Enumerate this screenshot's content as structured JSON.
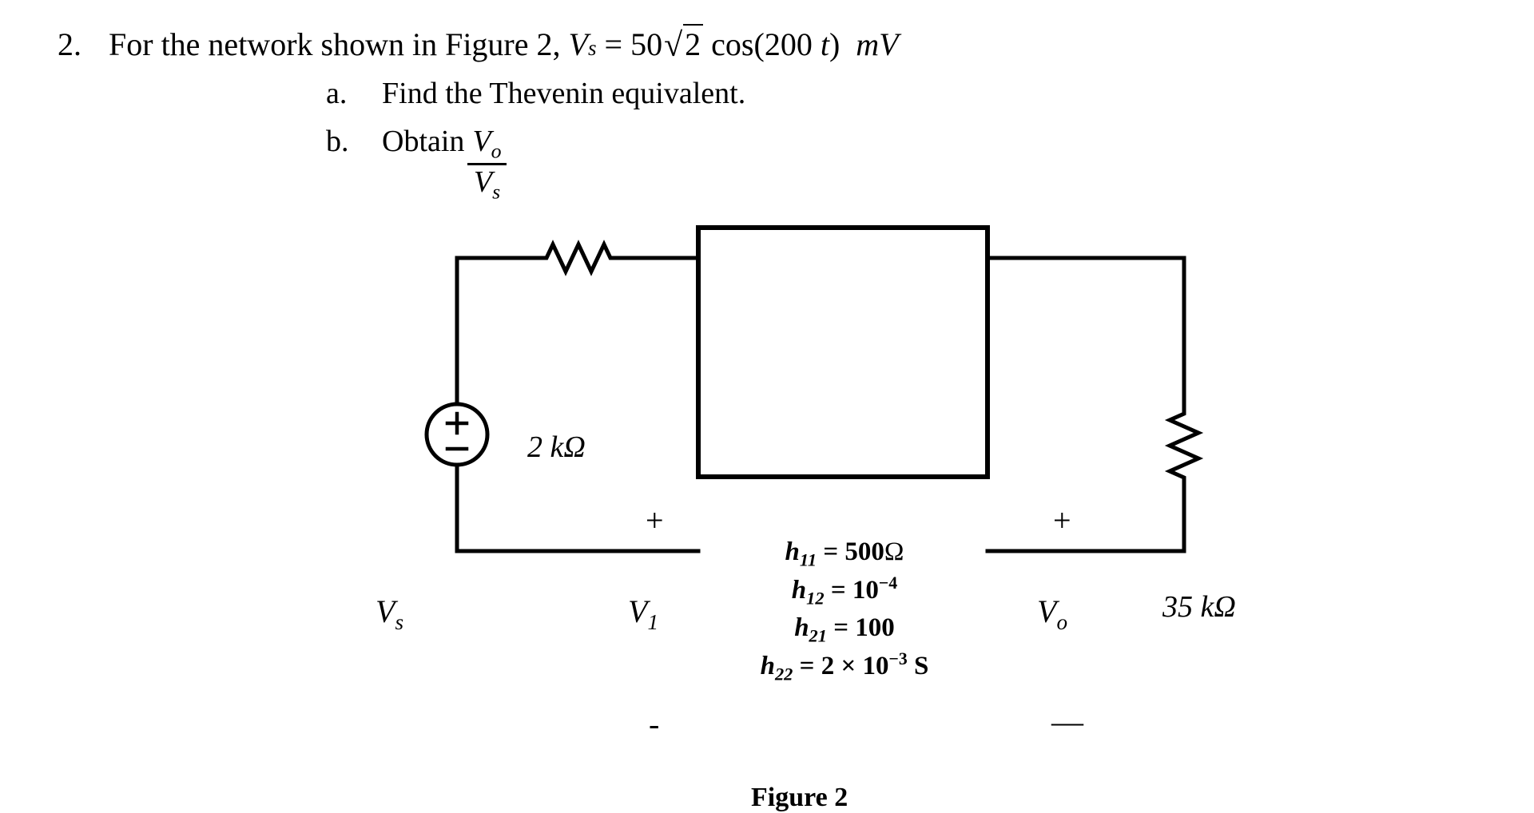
{
  "problem": {
    "number": "2.",
    "statement_prefix": "For the network shown in Figure 2,",
    "source_symbol": "V",
    "source_subscript": "s",
    "equals": "=",
    "amplitude": "50",
    "radical_sign": "√",
    "radicand": "2",
    "cos_term": "cos(200",
    "time_var": "t",
    "close_paren": ")",
    "units": "mV",
    "sub_items": [
      {
        "marker": "a.",
        "text": "Find the Thevenin equivalent."
      },
      {
        "marker": "b.",
        "text": "Obtain",
        "fraction": {
          "numerator_var": "V",
          "numerator_sub": "o",
          "denominator_var": "V",
          "denominator_sub": "s"
        }
      }
    ]
  },
  "figure": {
    "caption": "Figure 2",
    "series_resistor": {
      "value": "2",
      "unit": "kΩ",
      "label": "2 kΩ"
    },
    "load_resistor": {
      "value": "35",
      "unit": "kΩ",
      "label": "35 kΩ"
    },
    "source": {
      "label_var": "V",
      "label_sub": "s",
      "plus": "+",
      "minus": "−"
    },
    "input_port": {
      "label_var": "V",
      "label_sub": "1",
      "plus": "+",
      "minus": "-"
    },
    "output_port": {
      "label_var": "V",
      "label_sub": "o",
      "plus": "+",
      "minus": "—"
    },
    "two_port_box": {
      "rows": [
        {
          "param": "h",
          "sub": "11",
          "eq": "=",
          "value": "500",
          "sup": "",
          "unit": "Ω"
        },
        {
          "param": "h",
          "sub": "12",
          "eq": "=",
          "value": "10",
          "sup": "−4",
          "unit": ""
        },
        {
          "param": "h",
          "sub": "21",
          "eq": "=",
          "value": "100",
          "sup": "",
          "unit": ""
        },
        {
          "param": "h",
          "sub": "22",
          "eq": "=",
          "value": "2 × 10",
          "sup": "−3",
          "unit": "S"
        }
      ]
    }
  },
  "colors": {
    "ink": "#000000",
    "paper": "#ffffff"
  }
}
